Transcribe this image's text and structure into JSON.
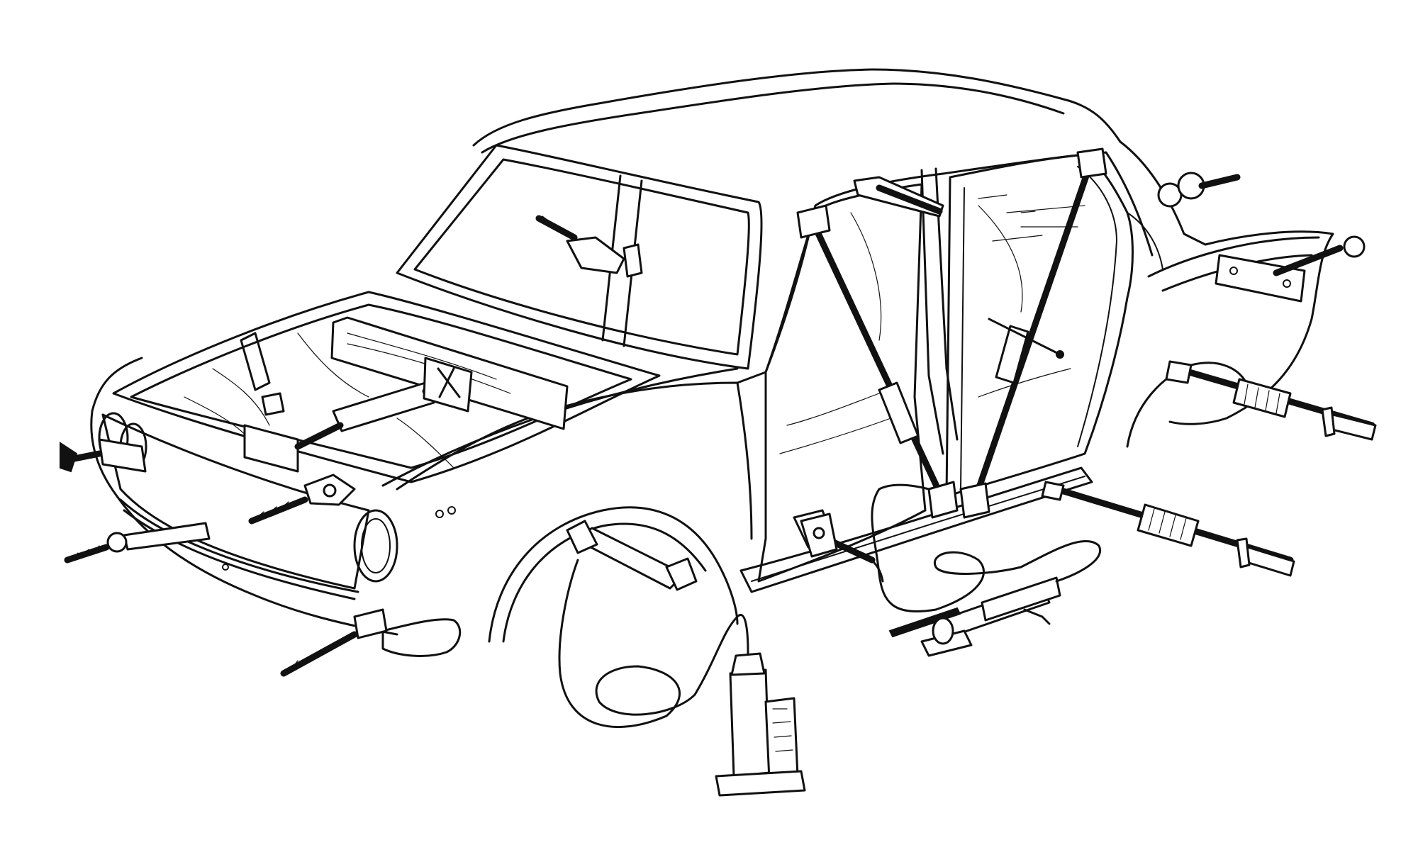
{
  "illustration": {
    "stroke_color": "#111111",
    "background_color": "#ffffff",
    "style": "black-and-white line drawing",
    "parts": {
      "car_body": "car-body-shell",
      "pulling_chains": "chain-clamp",
      "push_rams": "hydraulic-ram",
      "hydraulic_pumps": "hydraulic-pump",
      "slide_hammers": "slide-hammer"
    }
  }
}
